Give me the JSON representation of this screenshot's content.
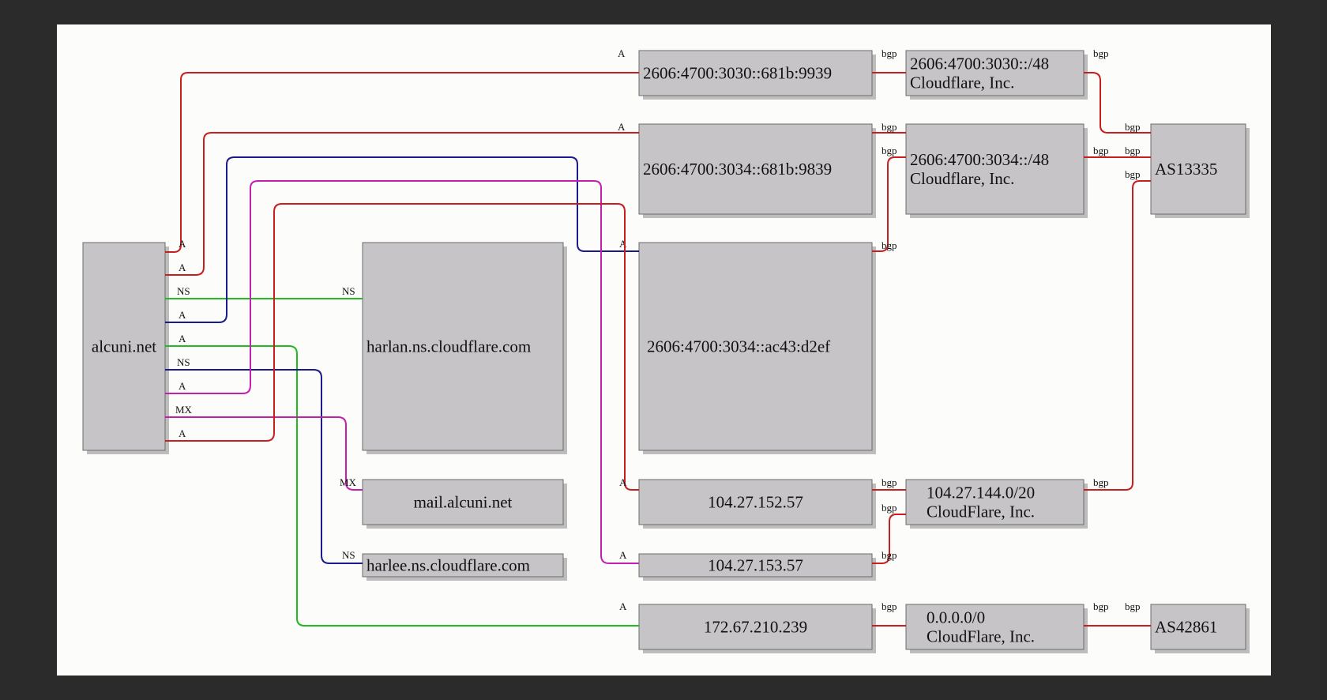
{
  "colors": {
    "red": "#c81e1e",
    "blue": "#1a1a8c",
    "green": "#22bb22",
    "magenta": "#c21fb0",
    "node_fill": "#c6c4c7",
    "background": "#fcfcfb"
  },
  "nodes": {
    "domain": {
      "lines": [
        "alcuni.net"
      ]
    },
    "ns_harlan": {
      "lines": [
        "harlan.ns.cloudflare.com"
      ]
    },
    "mx_mail": {
      "lines": [
        "mail.alcuni.net"
      ]
    },
    "ns_harlee": {
      "lines": [
        "harlee.ns.cloudflare.com"
      ]
    },
    "ip6_9939": {
      "lines": [
        "2606:4700:3030::681b:9939"
      ]
    },
    "ip6_9839": {
      "lines": [
        "2606:4700:3034::681b:9839"
      ]
    },
    "ip6_d2ef": {
      "lines": [
        "2606:4700:3034::ac43:d2ef"
      ]
    },
    "ip4_152": {
      "lines": [
        "104.27.152.57"
      ]
    },
    "ip4_153": {
      "lines": [
        "104.27.153.57"
      ]
    },
    "ip4_210": {
      "lines": [
        "172.67.210.239"
      ]
    },
    "pfx_3030": {
      "lines": [
        "2606:4700:3030::/48",
        "Cloudflare, Inc."
      ]
    },
    "pfx_3034": {
      "lines": [
        "2606:4700:3034::/48",
        "Cloudflare, Inc."
      ]
    },
    "pfx_144": {
      "lines": [
        "104.27.144.0/20",
        "CloudFlare, Inc."
      ]
    },
    "pfx_zero": {
      "lines": [
        "0.0.0.0/0",
        "CloudFlare, Inc."
      ]
    },
    "as13335": {
      "lines": [
        "AS13335"
      ]
    },
    "as42861": {
      "lines": [
        "AS42861"
      ]
    }
  },
  "edges": [
    {
      "from": "domain",
      "to": "ip6_9939",
      "color": "red",
      "labels": [
        "A",
        "A"
      ]
    },
    {
      "from": "domain",
      "to": "ip6_9839",
      "color": "red",
      "labels": [
        "A",
        "A"
      ]
    },
    {
      "from": "domain",
      "to": "ns_harlan",
      "color": "green",
      "labels": [
        "NS",
        "NS"
      ]
    },
    {
      "from": "domain",
      "to": "ip6_d2ef",
      "color": "blue",
      "labels": [
        "A",
        "A"
      ]
    },
    {
      "from": "domain",
      "to": "ip4_210",
      "color": "green",
      "labels": [
        "A",
        "A"
      ]
    },
    {
      "from": "domain",
      "to": "ns_harlee",
      "color": "blue",
      "labels": [
        "NS",
        "NS"
      ]
    },
    {
      "from": "domain",
      "to": "ip4_153",
      "color": "magenta",
      "labels": [
        "A",
        "A"
      ]
    },
    {
      "from": "domain",
      "to": "mx_mail",
      "color": "magenta",
      "labels": [
        "MX",
        "MX"
      ]
    },
    {
      "from": "domain",
      "to": "ip4_152",
      "color": "red",
      "labels": [
        "A",
        "A"
      ]
    },
    {
      "from": "ip6_9939",
      "to": "pfx_3030",
      "color": "red",
      "labels": [
        "bgp"
      ]
    },
    {
      "from": "ip6_9839",
      "to": "pfx_3034",
      "color": "red",
      "labels": [
        "bgp"
      ]
    },
    {
      "from": "ip6_d2ef",
      "to": "pfx_3034",
      "color": "red",
      "labels": [
        "bgp",
        "bgp"
      ]
    },
    {
      "from": "ip4_152",
      "to": "pfx_144",
      "color": "red",
      "labels": [
        "bgp"
      ]
    },
    {
      "from": "ip4_153",
      "to": "pfx_144",
      "color": "red",
      "labels": [
        "bgp",
        "bgp"
      ]
    },
    {
      "from": "ip4_210",
      "to": "pfx_zero",
      "color": "red",
      "labels": [
        "bgp"
      ]
    },
    {
      "from": "pfx_3030",
      "to": "as13335",
      "color": "red",
      "labels": [
        "bgp",
        "bgp"
      ]
    },
    {
      "from": "pfx_3034",
      "to": "as13335",
      "color": "red",
      "labels": [
        "bgp",
        "bgp"
      ]
    },
    {
      "from": "pfx_144",
      "to": "as13335",
      "color": "red",
      "labels": [
        "bgp",
        "bgp"
      ]
    },
    {
      "from": "pfx_zero",
      "to": "as42861",
      "color": "red",
      "labels": [
        "bgp",
        "bgp"
      ]
    }
  ]
}
